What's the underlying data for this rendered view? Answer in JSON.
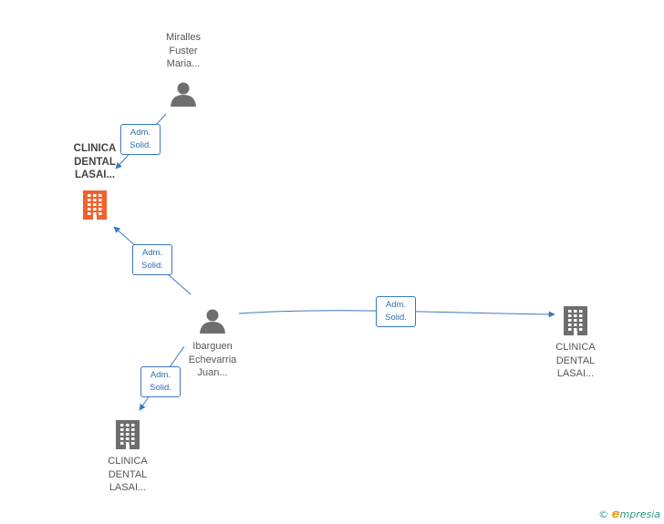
{
  "nodes": [
    {
      "id": "miralles",
      "kind": "person",
      "label": "Miralles\nFuster\nMaria...",
      "focus": false
    },
    {
      "id": "clinica_main",
      "kind": "company",
      "label": "CLINICA\nDENTAL\nLASAI...",
      "focus": true
    },
    {
      "id": "ibarguen",
      "kind": "person",
      "label": "Ibarguen\nEchevarria\nJuan...",
      "focus": false
    },
    {
      "id": "clinica_right",
      "kind": "company",
      "label": "CLINICA\nDENTAL\nLASAI...",
      "focus": false
    },
    {
      "id": "clinica_bottom",
      "kind": "company",
      "label": "CLINICA\nDENTAL\nLASAI...",
      "focus": false
    }
  ],
  "edges": [
    {
      "from": "miralles",
      "to": "clinica_main",
      "label": "Adm.\nSolid."
    },
    {
      "from": "ibarguen",
      "to": "clinica_main",
      "label": "Adm.\nSolid."
    },
    {
      "from": "ibarguen",
      "to": "clinica_right",
      "label": "Adm.\nSolid."
    },
    {
      "from": "ibarguen",
      "to": "clinica_bottom",
      "label": "Adm.\nSolid."
    }
  ],
  "colors": {
    "edge": "#3a78c2",
    "person_icon": "#6e6e6e",
    "company_icon": "#6e6e6e",
    "focus_company_icon": "#f0622e"
  },
  "footer": {
    "copyright_symbol": "©",
    "brand_initial": "e",
    "brand_rest": "mpresia"
  }
}
